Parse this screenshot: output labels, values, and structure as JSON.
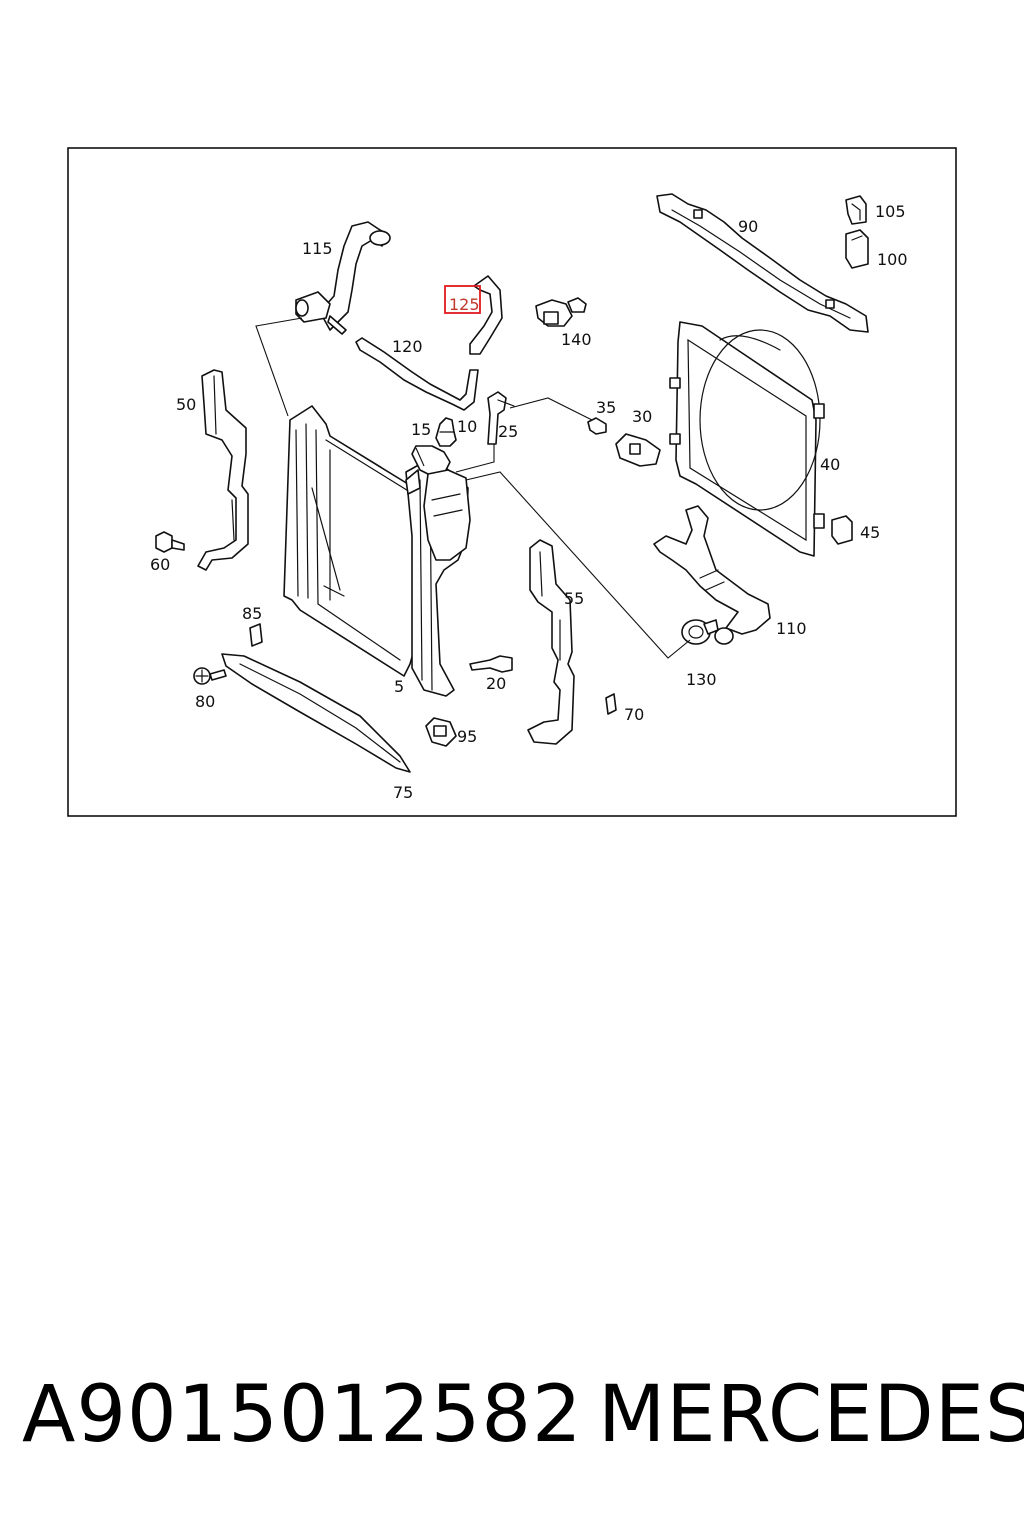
{
  "callouts": {
    "c5": "5",
    "c10": "10",
    "c15": "15",
    "c20": "20",
    "c25": "25",
    "c30": "30",
    "c35": "35",
    "c40": "40",
    "c45": "45",
    "c50": "50",
    "c55": "55",
    "c60": "60",
    "c70": "70",
    "c75": "75",
    "c80": "80",
    "c85": "85",
    "c90": "90",
    "c95": "95",
    "c100": "100",
    "c105": "105",
    "c110": "110",
    "c115": "115",
    "c120": "120",
    "c125": "125",
    "c130": "130",
    "c140": "140"
  },
  "highlighted_callout": "125",
  "footer": {
    "part_number": "A9015012582",
    "brand": "MERCEDES"
  }
}
